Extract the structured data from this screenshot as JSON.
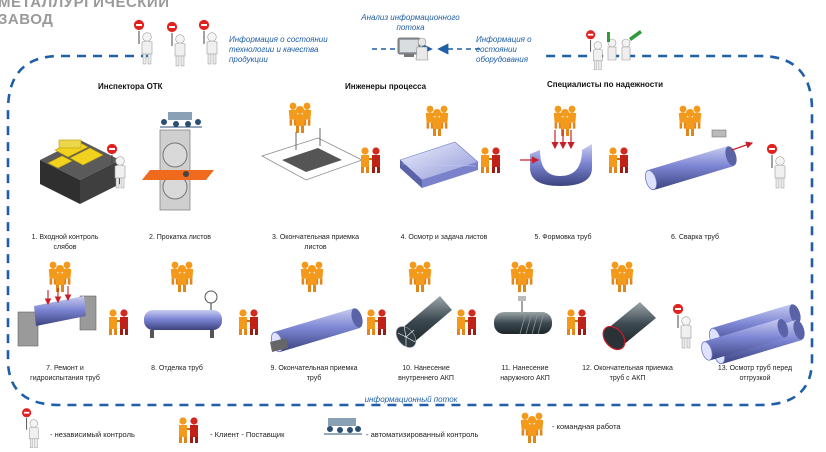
{
  "header": {
    "line1": "МЕТАЛЛУРГИЧЕСКИЙ",
    "line2": "ЗАВОД"
  },
  "info": {
    "quality": [
      "Информация о состоянии",
      "технологии и качества",
      "продукции"
    ],
    "analysis": [
      "Анализ информационного",
      "потока"
    ],
    "equipment": [
      "Информация о",
      "состоянии",
      "оборудования"
    ],
    "flow": "информационный поток"
  },
  "roles": {
    "otk": "Инспектора ОТК",
    "process": "Инженеры процесса",
    "reliability": "Специалисты по надежности"
  },
  "steps": [
    [
      "1. Входной контроль",
      "слябов"
    ],
    [
      "2. Прокатка листов"
    ],
    [
      "3. Окончательная приемка",
      "листов"
    ],
    [
      "4. Осмотр и задача листов"
    ],
    [
      "5. Формовка труб"
    ],
    [
      "6. Сварка труб"
    ],
    [
      "7. Ремонт и",
      "гидроиспытания труб"
    ],
    [
      "8. Отделка труб"
    ],
    [
      "9. Окончательная приемка",
      "труб"
    ],
    [
      "10. Нанесение",
      "внутреннего АКП"
    ],
    [
      "11. Нанесение",
      "наружного АКП"
    ],
    [
      "12. Окончательная приемка",
      "труб с АКП"
    ],
    [
      "13. Осмотр труб перед",
      "отгрузкой"
    ]
  ],
  "legend": {
    "independent": "- независимый контроль",
    "client": "- Клиент - Поставщик",
    "automated": "- автоматизированный контроль",
    "team": "- командная работа"
  },
  "colors": {
    "flow_line": "#1f5ea8",
    "orange_figure": "#f39a1c",
    "stop_sign": "#e0211e",
    "pipe": "#6f78c8",
    "slab": "#444444",
    "gold": "#f2d21f"
  },
  "icons": [
    "stop-sign-figure-icon",
    "handshake-icon",
    "team-icon",
    "automated-control-icon",
    "analysis-icon",
    "reliability-team-icon"
  ]
}
